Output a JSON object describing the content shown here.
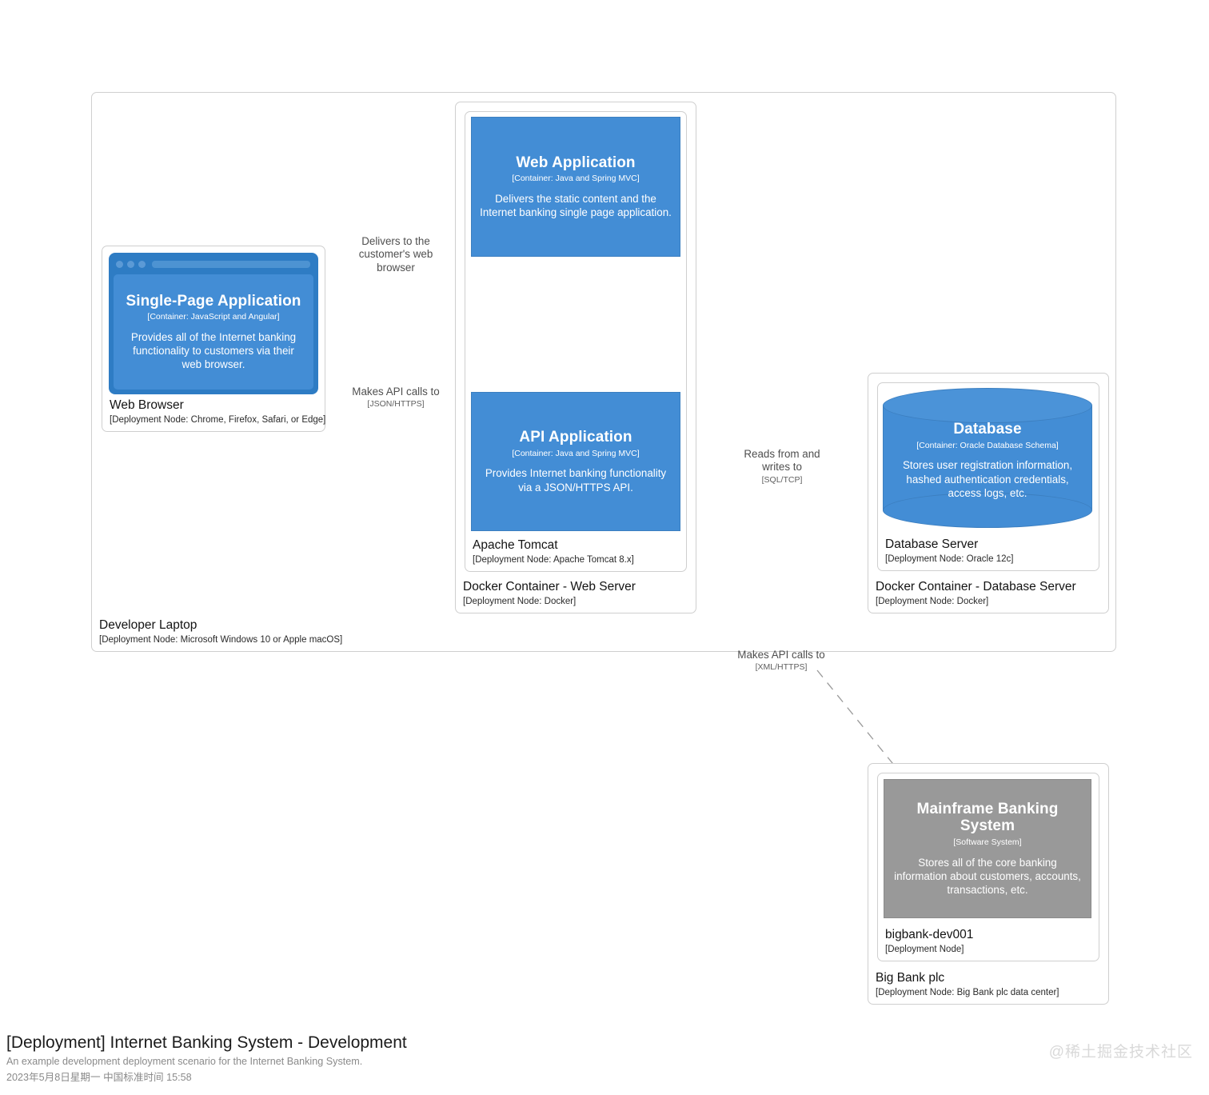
{
  "diagram": {
    "title": "[Deployment] Internet Banking System - Development",
    "description": "An example development deployment scenario for the Internet Banking System.",
    "timestamp": "2023年5月8日星期一 中国标准时间 15:58",
    "watermark": "@稀土掘金技术社区",
    "accent_color": "#438dd5",
    "system_color": "#999999",
    "boundary_color": "#cfcfcf"
  },
  "nodes": {
    "developer_laptop": {
      "title": "Developer Laptop",
      "tech": "[Deployment Node: Microsoft Windows 10 or Apple macOS]"
    },
    "web_browser": {
      "title": "Web Browser",
      "tech": "[Deployment Node: Chrome, Firefox, Safari, or Edge]"
    },
    "docker_web_server": {
      "title": "Docker Container - Web Server",
      "tech": "[Deployment Node: Docker]"
    },
    "apache_tomcat": {
      "title": "Apache Tomcat",
      "tech": "[Deployment Node: Apache Tomcat 8.x]"
    },
    "docker_database_server": {
      "title": "Docker Container - Database Server",
      "tech": "[Deployment Node: Docker]"
    },
    "database_server": {
      "title": "Database Server",
      "tech": "[Deployment Node: Oracle 12c]"
    },
    "big_bank_plc": {
      "title": "Big Bank plc",
      "tech": "[Deployment Node: Big Bank plc data center]"
    },
    "bigbank_dev001": {
      "title": "bigbank-dev001",
      "tech": "[Deployment Node]"
    }
  },
  "elements": {
    "single_page_application": {
      "name": "Single-Page Application",
      "tech": "[Container: JavaScript and Angular]",
      "description": "Provides all of the Internet banking functionality to customers via their web browser."
    },
    "web_application": {
      "name": "Web Application",
      "tech": "[Container: Java and Spring MVC]",
      "description": "Delivers the static content and the Internet banking single page application."
    },
    "api_application": {
      "name": "API Application",
      "tech": "[Container: Java and Spring MVC]",
      "description": "Provides Internet banking functionality via a JSON/HTTPS API."
    },
    "database": {
      "name": "Database",
      "tech": "[Container: Oracle Database Schema]",
      "description": "Stores user registration information, hashed authentication credentials, access logs, etc."
    },
    "mainframe_banking_system": {
      "name": "Mainframe Banking System",
      "tech": "[Software System]",
      "description": "Stores all of the core banking information about customers, accounts, transactions, etc."
    }
  },
  "relationships": [
    {
      "id": "delivers",
      "text": "Delivers to the customer's web browser",
      "tech": ""
    },
    {
      "id": "api_json",
      "text": "Makes API calls to",
      "tech": "[JSON/HTTPS]"
    },
    {
      "id": "db_rw",
      "text": "Reads from and writes to",
      "tech": "[SQL/TCP]"
    },
    {
      "id": "api_xml",
      "text": "Makes API calls to",
      "tech": "[XML/HTTPS]"
    }
  ]
}
